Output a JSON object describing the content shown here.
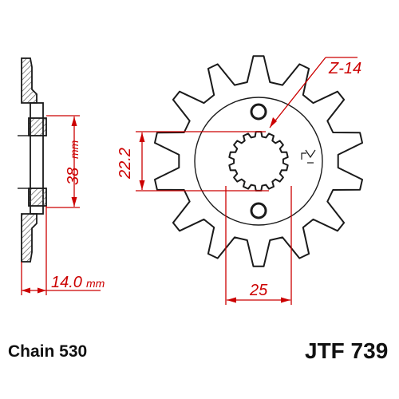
{
  "drawing": {
    "tooth_label": "Z-14",
    "dim_pitch_circle": "22.2",
    "dim_bore_width": "25",
    "dim_height": "38",
    "dim_height_unit": "mm",
    "dim_width": "14.0",
    "dim_width_unit": "mm"
  },
  "footer": {
    "chain_label": "Chain 530",
    "part_number": "JTF 739"
  },
  "colors": {
    "dimension": "#cc0000",
    "outline": "#1a1a1a",
    "hatch": "#555555"
  }
}
